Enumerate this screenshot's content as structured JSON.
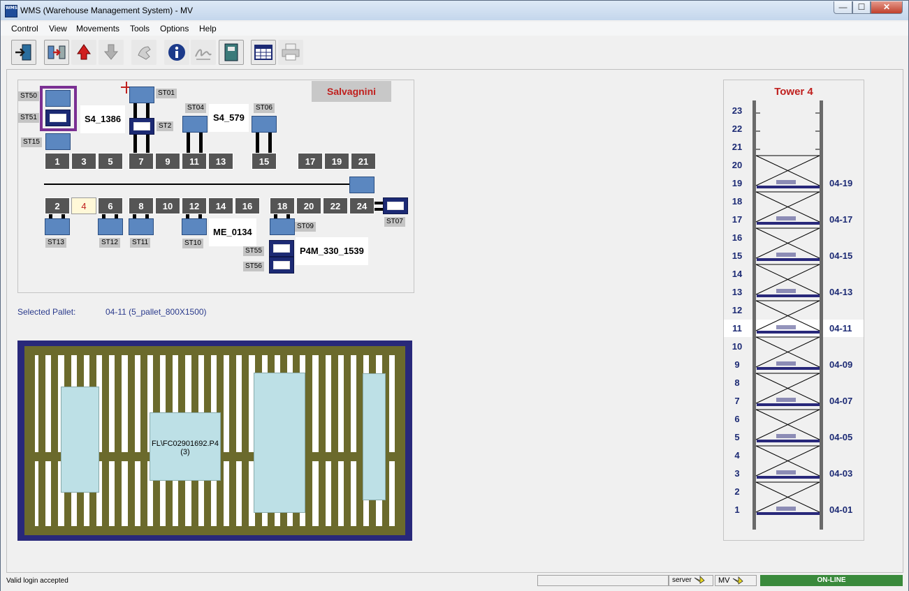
{
  "window": {
    "title": "WMS (Warehouse Management System) - MV",
    "icon_text": "WMS",
    "minimize": "—",
    "maximize": "☐",
    "close": "✕"
  },
  "menu": [
    "Control",
    "View",
    "Movements",
    "Tools",
    "Options",
    "Help"
  ],
  "toolbar_icons": [
    "exit-icon",
    "pallet-transfer-icon",
    "alarm-icon",
    "download-arrow-icon",
    "hand-icon",
    "info-icon",
    "signature-icon",
    "book-icon",
    "calendar-table-icon",
    "printer-icon"
  ],
  "layout": {
    "brand": "Salvagnini",
    "top_positions": [
      "1",
      "3",
      "5",
      "7",
      "9",
      "11",
      "13",
      "15",
      "17",
      "19",
      "21"
    ],
    "bottom_positions": [
      "2",
      "4",
      "6",
      "8",
      "10",
      "12",
      "14",
      "16",
      "18",
      "20",
      "22",
      "24"
    ],
    "selected_position": "4",
    "stations": {
      "st50": "ST50",
      "st51": "ST51",
      "st15": "ST15",
      "st01": "ST01",
      "st2": "ST2",
      "st04": "ST04",
      "st06": "ST06",
      "st13": "ST13",
      "st12": "ST12",
      "st11": "ST11",
      "st10": "ST10",
      "st09": "ST09",
      "st07": "ST07",
      "st55": "ST55",
      "st56": "ST56"
    },
    "codes": {
      "s4_1386": "S4_1386",
      "s4_579": "S4_579",
      "me_0134": "ME_0134",
      "p4m": "P4M_330_1539"
    }
  },
  "selected_pallet": {
    "label": "Selected Pallet:",
    "value": "04-11 (5_pallet_800X1500)"
  },
  "pallet_view": {
    "item_label_line1": "FL\\FC02901692.P4",
    "item_label_line2": "(3)",
    "colors": {
      "frame": "#28287a",
      "slat": "#6b6a2c",
      "gap": "#ffffff",
      "item": "#bde0e6"
    }
  },
  "tower": {
    "title": "Tower  4",
    "levels": [
      "23",
      "22",
      "21",
      "20",
      "19",
      "18",
      "17",
      "16",
      "15",
      "14",
      "13",
      "12",
      "11",
      "10",
      "9",
      "8",
      "7",
      "6",
      "5",
      "4",
      "3",
      "2",
      "1"
    ],
    "trays": [
      {
        "level": "19",
        "label": "04-19"
      },
      {
        "level": "17",
        "label": "04-17"
      },
      {
        "level": "15",
        "label": "04-15"
      },
      {
        "level": "13",
        "label": "04-13"
      },
      {
        "level": "11",
        "label": "04-11"
      },
      {
        "level": "9",
        "label": "04-09"
      },
      {
        "level": "7",
        "label": "04-07"
      },
      {
        "level": "5",
        "label": "04-05"
      },
      {
        "level": "3",
        "label": "04-03"
      },
      {
        "level": "1",
        "label": "04-01"
      }
    ],
    "selected_tray": "04-11"
  },
  "statusbar": {
    "message": "Valid login accepted",
    "server": "server",
    "client": "MV",
    "state": "ON-LINE"
  }
}
